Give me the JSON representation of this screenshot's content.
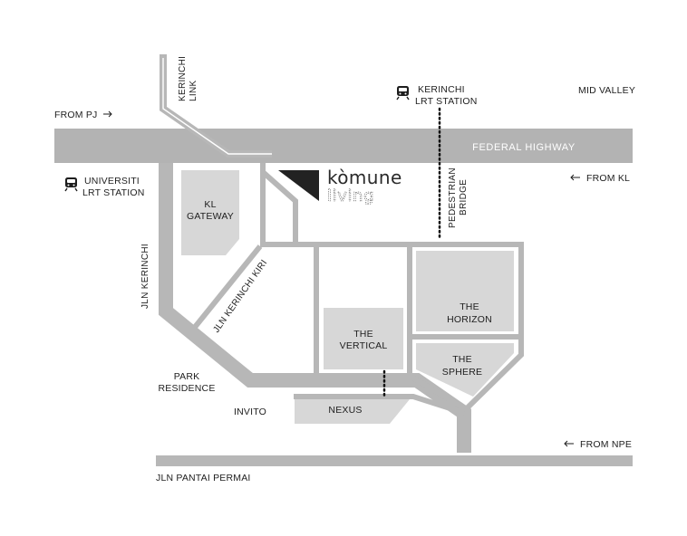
{
  "colors": {
    "road": "#b7b7b7",
    "highway": "#b3b3b3",
    "block": "#d7d7d7",
    "text": "#1e1e1e",
    "logo": "#222222"
  },
  "icons": {
    "station": "train-icon",
    "arrow_right": "arrow-right-icon",
    "arrow_left": "arrow-left-icon"
  },
  "brand": {
    "line1": "kòmune",
    "line2": "living"
  },
  "highway": {
    "name": "FEDERAL HIGHWAY"
  },
  "directions": {
    "from_pj": "FROM PJ",
    "from_kl": "FROM KL",
    "from_npe": "FROM NPE",
    "mid_valley": "MID VALLEY"
  },
  "stations": {
    "kerinchi": {
      "line1": "KERINCHI",
      "line2": "LRT STATION"
    },
    "universiti": {
      "line1": "UNIVERSITI",
      "line2": "LRT STATION"
    }
  },
  "roads": {
    "kerinchi_link": {
      "line1": "KERINCHI",
      "line2": "LINK"
    },
    "jln_kerinchi": "JLN KERINCHI",
    "jln_kerinchi_kiri": "JLN KERINCHI KIRI",
    "jln_pantai_permai": "JLN PANTAI PERMAI",
    "pedestrian_bridge": {
      "line1": "PEDESTRIAN",
      "line2": "BRIDGE"
    }
  },
  "places": {
    "kl_gateway": {
      "line1": "KL",
      "line2": "GATEWAY"
    },
    "the_vertical": {
      "line1": "THE",
      "line2": "VERTICAL"
    },
    "the_horizon": {
      "line1": "THE",
      "line2": "HORIZON"
    },
    "the_sphere": {
      "line1": "THE",
      "line2": "SPHERE"
    },
    "nexus": "NEXUS",
    "park_residence": {
      "line1": "PARK",
      "line2": "RESIDENCE"
    },
    "invito": "INVITO"
  }
}
